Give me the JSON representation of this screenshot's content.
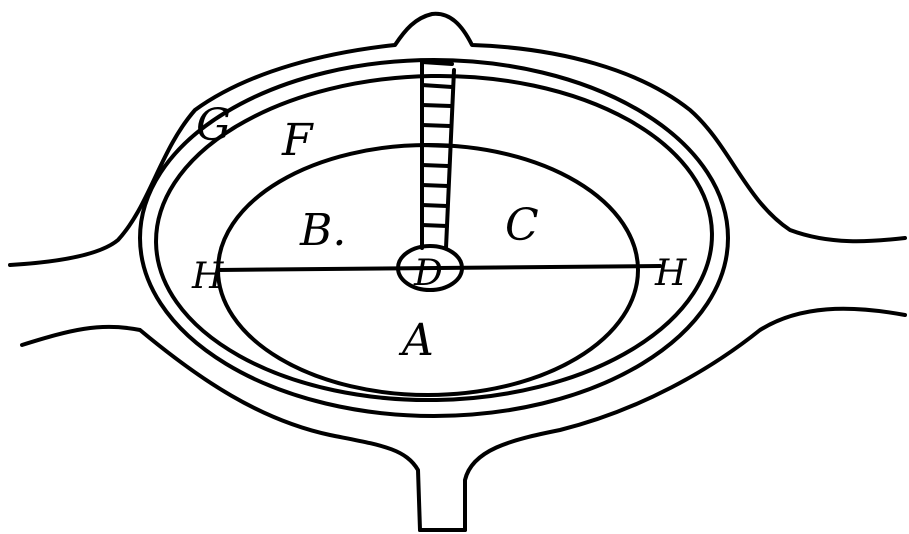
{
  "labels": {
    "a": "A",
    "b": "B.",
    "c": "C",
    "d": "D",
    "f": "F",
    "g": "G",
    "h_left": "H",
    "h_right": "H"
  },
  "colors": {
    "ink": "#000000",
    "paper": "#ffffff"
  }
}
